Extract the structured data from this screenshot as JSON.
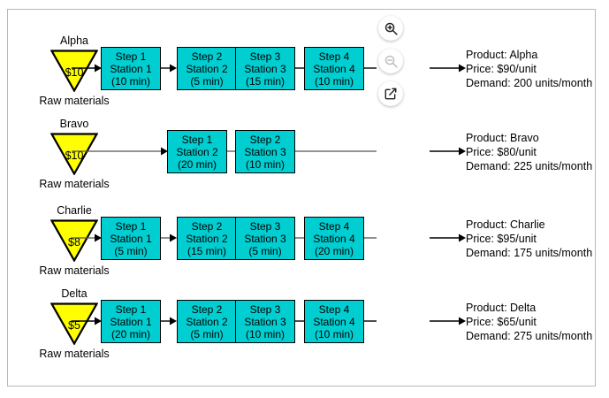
{
  "canvas": {
    "background_color": "#ffffff",
    "border_color": "#b9b9b9"
  },
  "colors": {
    "step_fill": "#00ced1",
    "step_border": "#000000",
    "source_fill": "#ffff00",
    "source_border": "#000000",
    "connector": "#000000",
    "toolbar_enabled": "#1f1f1f",
    "toolbar_disabled": "#bdbdbd"
  },
  "toolbar": {
    "buttons": [
      {
        "name": "zoom-in-icon",
        "label": "Zoom in",
        "state": "enabled"
      },
      {
        "name": "zoom-out-icon",
        "label": "Zoom out",
        "state": "disabled"
      },
      {
        "name": "open-in-new-icon",
        "label": "Open in new window",
        "state": "enabled"
      }
    ]
  },
  "source_caption": "Raw materials",
  "rows": [
    {
      "id": "alpha",
      "source": {
        "title": "Alpha",
        "cost": "$10",
        "caption": "Raw materials"
      },
      "steps": [
        {
          "step": "Step 1",
          "station": "Station 1",
          "time": "(10 min)"
        },
        {
          "step": "Step 2",
          "station": "Station 2",
          "time": "(5 min)"
        },
        {
          "step": "Step 3",
          "station": "Station 3",
          "time": "(15 min)"
        },
        {
          "step": "Step 4",
          "station": "Station 4",
          "time": "(10 min)"
        }
      ],
      "output": {
        "product": "Product: Alpha",
        "price": "Price: $90/unit",
        "demand": "Demand: 200 units/month"
      }
    },
    {
      "id": "bravo",
      "source": {
        "title": "Bravo",
        "cost": "$10",
        "caption": "Raw materials"
      },
      "steps": [
        {
          "step": "Step 1",
          "station": "Station 2",
          "time": "(20 min)"
        },
        {
          "step": "Step 2",
          "station": "Station 3",
          "time": "(10 min)"
        }
      ],
      "output": {
        "product": "Product: Bravo",
        "price": "Price: $80/unit",
        "demand": "Demand: 225 units/month"
      }
    },
    {
      "id": "charlie",
      "source": {
        "title": "Charlie",
        "cost": "$8",
        "caption": "Raw materials"
      },
      "steps": [
        {
          "step": "Step 1",
          "station": "Station 1",
          "time": "(5 min)"
        },
        {
          "step": "Step 2",
          "station": "Station 2",
          "time": "(15 min)"
        },
        {
          "step": "Step 3",
          "station": "Station 3",
          "time": "(5 min)"
        },
        {
          "step": "Step 4",
          "station": "Station 4",
          "time": "(20 min)"
        }
      ],
      "output": {
        "product": "Product: Charlie",
        "price": "Price: $95/unit",
        "demand": "Demand: 175 units/month"
      }
    },
    {
      "id": "delta",
      "source": {
        "title": "Delta",
        "cost": "$5",
        "caption": "Raw materials"
      },
      "steps": [
        {
          "step": "Step 1",
          "station": "Station 1",
          "time": "(20 min)"
        },
        {
          "step": "Step 2",
          "station": "Station 2",
          "time": "(5 min)"
        },
        {
          "step": "Step 3",
          "station": "Station 3",
          "time": "(10 min)"
        },
        {
          "step": "Step 4",
          "station": "Station 4",
          "time": "(10 min)"
        }
      ],
      "output": {
        "product": "Product: Delta",
        "price": "Price: $65/unit",
        "demand": "Demand: 275 units/month"
      }
    }
  ]
}
